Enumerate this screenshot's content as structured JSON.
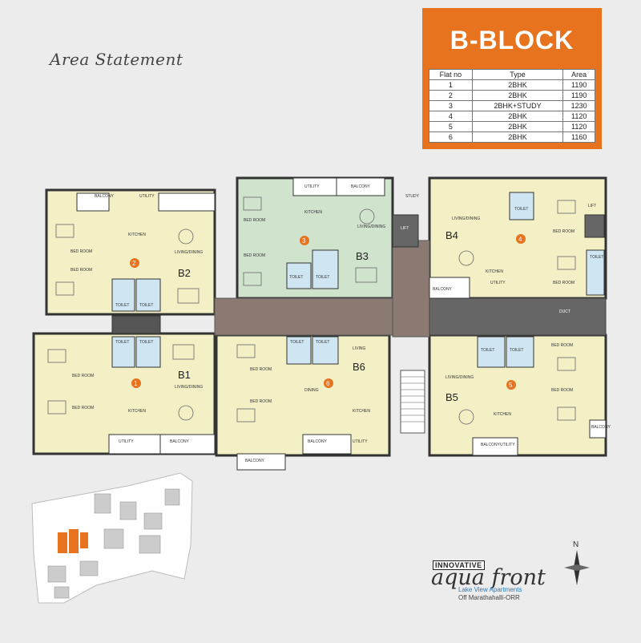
{
  "header": {
    "area_statement": "Area Statement"
  },
  "block": {
    "title": "B-BLOCK",
    "columns": [
      "Flat no",
      "Type",
      "Area"
    ],
    "rows": [
      [
        "1",
        "2BHK",
        "1190"
      ],
      [
        "2",
        "2BHK",
        "1190"
      ],
      [
        "3",
        "2BHK+STUDY",
        "1230"
      ],
      [
        "4",
        "2BHK",
        "1120"
      ],
      [
        "5",
        "2BHK",
        "1120"
      ],
      [
        "6",
        "2BHK",
        "1160"
      ]
    ]
  },
  "plan": {
    "flats": [
      "B1",
      "B2",
      "B3",
      "B4",
      "B5",
      "B6"
    ],
    "numbers": [
      "1",
      "2",
      "3",
      "4",
      "5",
      "6"
    ],
    "rooms": {
      "b2_balcony": "BALCONY",
      "b2_utility": "UTILITY",
      "b2_bedroom1": "BED ROOM",
      "b2_bedroom2": "BED ROOM",
      "b2_kitchen": "KITCHEN",
      "b2_living": "LIVING/DINING",
      "b2_toilet1": "TOILET",
      "b2_toilet2": "TOILET",
      "b1_bedroom1": "BED ROOM",
      "b1_bedroom2": "BED ROOM",
      "b1_kitchen": "KITCHEN",
      "b1_living": "LIVING/DINING",
      "b1_toilet1": "TOILET",
      "b1_toilet2": "TOILET",
      "b1_utility": "UTILITY",
      "b1_balcony": "BALCONY",
      "b3_utility": "UTILITY",
      "b3_balcony": "BALCONY",
      "b3_bedroom1": "BED ROOM",
      "b3_bedroom2": "BED ROOM",
      "b3_kitchen": "KITCHEN",
      "b3_living": "LIVING/DINING",
      "b3_study": "STUDY",
      "b3_toilet1": "TOILET",
      "b3_toilet2": "TOILET",
      "lift1": "LIFT",
      "lift2": "LIFT",
      "b4_living": "LIVING/DINING",
      "b4_toilet1": "TOILET",
      "b4_toilet2": "TOILET",
      "b4_bedroom1": "BED ROOM",
      "b4_bedroom2": "BED ROOM",
      "b4_kitchen": "KITCHEN",
      "b4_utility": "UTILITY",
      "b4_balcony": "BALCONY",
      "duct": "DUCT",
      "b6_bedroom1": "BED ROOM",
      "b6_bedroom2": "BED ROOM",
      "b6_living": "LIVING",
      "b6_dining": "DINING",
      "b6_kitchen": "KITCHEN",
      "b6_toilet1": "TOILET",
      "b6_toilet2": "TOILET",
      "b6_balcony1": "BALCONY",
      "b6_balcony2": "BALCONY",
      "b6_utility": "UTILITY",
      "b5_living": "LIVING/DINING",
      "b5_toilet1": "TOILET",
      "b5_toilet2": "TOILET",
      "b5_bedroom1": "BED ROOM",
      "b5_bedroom2": "BED ROOM",
      "b5_kitchen": "KITCHEN",
      "b5_balcony": "BALCONY",
      "b5_utility": "UTILITY",
      "b5_balcony2": "BALCONY"
    }
  },
  "brand": {
    "top": "INNOVATIVE",
    "name": "aqua front",
    "tagline": "Lake View Apartments",
    "location": "Off Marathahalli-ORR"
  },
  "compass": {
    "label": "N"
  },
  "colors": {
    "accent": "#e8731e",
    "flat_fill": "#f3f0c6",
    "b3_fill": "#cfe3cd",
    "corridor": "#8a7a72",
    "toilet": "#cfe6f2",
    "marker": "#e8731e"
  }
}
